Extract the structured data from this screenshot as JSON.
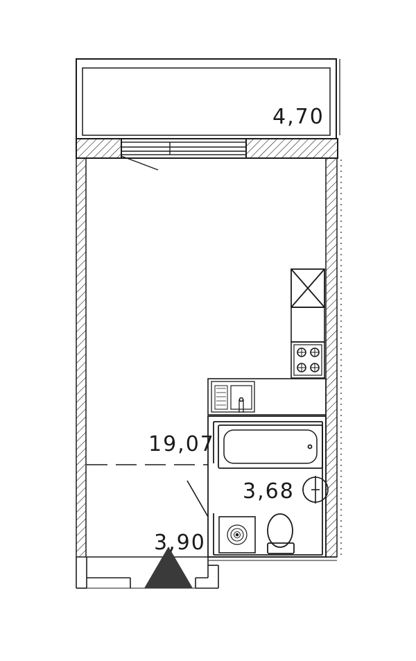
{
  "rooms": {
    "balcony_area": "4,70",
    "living_area": "19,07",
    "bathroom_area": "3,68",
    "hall_area": "3,90"
  },
  "colors": {
    "line": "#1a1a1a",
    "entrance_marker": "#3a3a3a",
    "background": "#ffffff"
  },
  "icons": {
    "entrance": "entrance-arrow-icon",
    "stove": "stove-icon",
    "sink": "kitchen-sink-icon",
    "bathtub": "bathtub-icon",
    "toilet": "toilet-icon",
    "washbasin": "washbasin-icon",
    "washing_machine": "washing-machine-icon",
    "fridge": "refrigerator-icon"
  }
}
